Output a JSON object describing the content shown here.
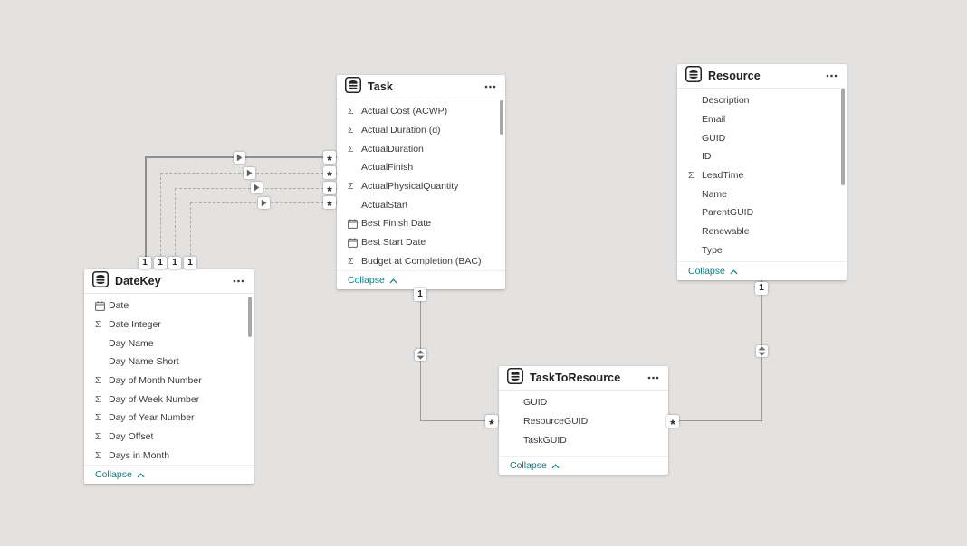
{
  "canvas": {
    "background": "#e3e2e0"
  },
  "colors": {
    "card_background": "#ffffff",
    "header_text": "#201f1e",
    "field_text": "#3b3a39",
    "icon_gray": "#605e5c",
    "collapse_teal": "#0f7b83",
    "line_gray": "#9a9a9a"
  },
  "tables": [
    {
      "title": "Task",
      "header_icon": "table-icon",
      "more_icon": "more-options-icon",
      "collapse_label": "Collapse",
      "fields": [
        {
          "icon": "sigma-icon",
          "label": "Actual Cost (ACWP)"
        },
        {
          "icon": "sigma-icon",
          "label": "Actual Duration (d)"
        },
        {
          "icon": "sigma-icon",
          "label": "ActualDuration"
        },
        {
          "icon": "none",
          "label": "ActualFinish"
        },
        {
          "icon": "sigma-icon",
          "label": "ActualPhysicalQuantity"
        },
        {
          "icon": "none",
          "label": "ActualStart"
        },
        {
          "icon": "calendar-icon",
          "label": "Best Finish Date"
        },
        {
          "icon": "calendar-icon",
          "label": "Best Start Date"
        },
        {
          "icon": "sigma-icon",
          "label": "Budget at Completion (BAC)"
        }
      ]
    },
    {
      "title": "Resource",
      "header_icon": "table-icon",
      "more_icon": "more-options-icon",
      "collapse_label": "Collapse",
      "fields": [
        {
          "icon": "none",
          "label": "Description"
        },
        {
          "icon": "none",
          "label": "Email"
        },
        {
          "icon": "none",
          "label": "GUID"
        },
        {
          "icon": "none",
          "label": "ID"
        },
        {
          "icon": "sigma-icon",
          "label": "LeadTime"
        },
        {
          "icon": "none",
          "label": "Name"
        },
        {
          "icon": "none",
          "label": "ParentGUID"
        },
        {
          "icon": "none",
          "label": "Renewable"
        },
        {
          "icon": "none",
          "label": "Type"
        }
      ]
    },
    {
      "title": "DateKey",
      "header_icon": "table-icon",
      "more_icon": "more-options-icon",
      "collapse_label": "Collapse",
      "fields": [
        {
          "icon": "calendar-icon",
          "label": "Date"
        },
        {
          "icon": "sigma-icon",
          "label": "Date Integer"
        },
        {
          "icon": "none",
          "label": "Day Name"
        },
        {
          "icon": "none",
          "label": "Day Name Short"
        },
        {
          "icon": "sigma-icon",
          "label": "Day of Month Number"
        },
        {
          "icon": "sigma-icon",
          "label": "Day of Week Number"
        },
        {
          "icon": "sigma-icon",
          "label": "Day of Year Number"
        },
        {
          "icon": "sigma-icon",
          "label": "Day Offset"
        },
        {
          "icon": "sigma-icon",
          "label": "Days in Month"
        }
      ]
    },
    {
      "title": "TaskToResource",
      "header_icon": "table-icon",
      "more_icon": "more-options-icon",
      "collapse_label": "Collapse",
      "fields": [
        {
          "icon": "none",
          "label": "GUID"
        },
        {
          "icon": "none",
          "label": "ResourceGUID"
        },
        {
          "icon": "none",
          "label": "TaskGUID"
        }
      ]
    }
  ],
  "relationships": [
    {
      "from_table": "DateKey",
      "to_table": "Task",
      "one_label": "1",
      "many_label": "*",
      "direction": "single",
      "active": true
    },
    {
      "from_table": "DateKey",
      "to_table": "Task",
      "one_label": "1",
      "many_label": "*",
      "direction": "single",
      "active": false
    },
    {
      "from_table": "DateKey",
      "to_table": "Task",
      "one_label": "1",
      "many_label": "*",
      "direction": "single",
      "active": false
    },
    {
      "from_table": "DateKey",
      "to_table": "Task",
      "one_label": "1",
      "many_label": "*",
      "direction": "single",
      "active": false
    },
    {
      "from_table": "Task",
      "to_table": "TaskToResource",
      "one_label": "1",
      "many_label": "*",
      "direction": "both",
      "active": true
    },
    {
      "from_table": "Resource",
      "to_table": "TaskToResource",
      "one_label": "1",
      "many_label": "*",
      "direction": "both",
      "active": true
    }
  ]
}
